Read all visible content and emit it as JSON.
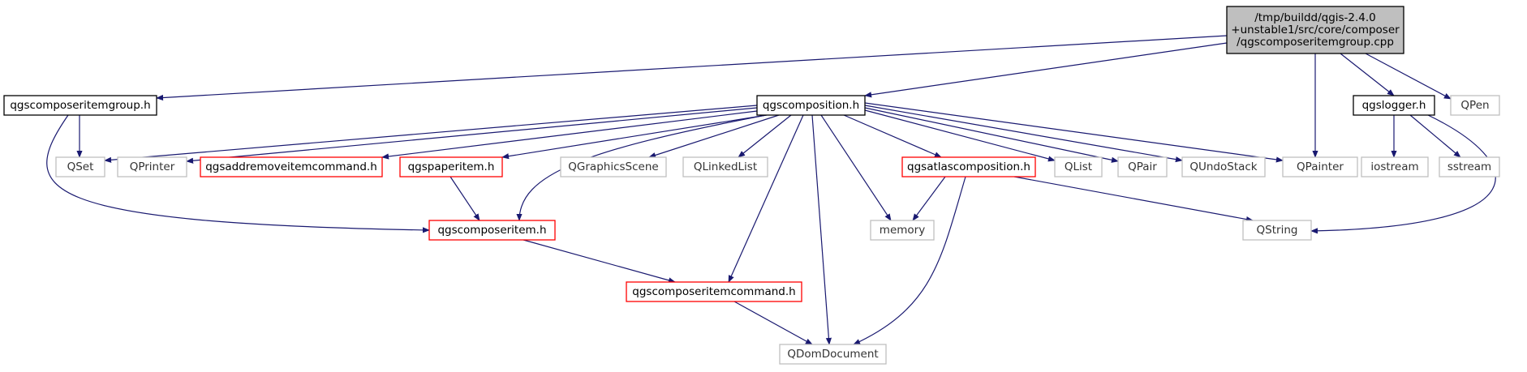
{
  "diagram": {
    "type": "include-dependency-graph",
    "colors": {
      "edge": "#191970",
      "root_fill": "#bfbfbf",
      "border_black": "#000000",
      "border_red": "#ff0000",
      "border_gray": "#bfbfbf",
      "fill_white": "#ffffff"
    },
    "nodes": [
      {
        "id": "root",
        "lines": [
          "/tmp/buildd/qgis-2.4.0",
          "+unstable1/src/core/composer",
          "/qgscomposeritemgroup.cpp"
        ],
        "style": "root"
      },
      {
        "id": "qgscomposeritemgroup_h",
        "lines": [
          "qgscomposeritemgroup.h"
        ],
        "style": "black"
      },
      {
        "id": "qgscomposition_h",
        "lines": [
          "qgscomposition.h"
        ],
        "style": "black"
      },
      {
        "id": "qgslogger_h",
        "lines": [
          "qgslogger.h"
        ],
        "style": "black"
      },
      {
        "id": "QPen",
        "lines": [
          "QPen"
        ],
        "style": "gray"
      },
      {
        "id": "QSet",
        "lines": [
          "QSet"
        ],
        "style": "gray"
      },
      {
        "id": "QPrinter",
        "lines": [
          "QPrinter"
        ],
        "style": "gray"
      },
      {
        "id": "qgsaddremoveitemcommand_h",
        "lines": [
          "qgsaddremoveitemcommand.h"
        ],
        "style": "red"
      },
      {
        "id": "qgspaperitem_h",
        "lines": [
          "qgspaperitem.h"
        ],
        "style": "red"
      },
      {
        "id": "QGraphicsScene",
        "lines": [
          "QGraphicsScene"
        ],
        "style": "gray"
      },
      {
        "id": "QLinkedList",
        "lines": [
          "QLinkedList"
        ],
        "style": "gray"
      },
      {
        "id": "qgsatlascomposition_h",
        "lines": [
          "qgsatlascomposition.h"
        ],
        "style": "red"
      },
      {
        "id": "QList",
        "lines": [
          "QList"
        ],
        "style": "gray"
      },
      {
        "id": "QPair",
        "lines": [
          "QPair"
        ],
        "style": "gray"
      },
      {
        "id": "QUndoStack",
        "lines": [
          "QUndoStack"
        ],
        "style": "gray"
      },
      {
        "id": "QPainter",
        "lines": [
          "QPainter"
        ],
        "style": "gray"
      },
      {
        "id": "iostream",
        "lines": [
          "iostream"
        ],
        "style": "gray"
      },
      {
        "id": "sstream",
        "lines": [
          "sstream"
        ],
        "style": "gray"
      },
      {
        "id": "qgscomposeritem_h",
        "lines": [
          "qgscomposeritem.h"
        ],
        "style": "red"
      },
      {
        "id": "memory",
        "lines": [
          "memory"
        ],
        "style": "gray"
      },
      {
        "id": "QString",
        "lines": [
          "QString"
        ],
        "style": "gray"
      },
      {
        "id": "qgscomposeritemcommand_h",
        "lines": [
          "qgscomposeritemcommand.h"
        ],
        "style": "red"
      },
      {
        "id": "QDomDocument",
        "lines": [
          "QDomDocument"
        ],
        "style": "gray"
      }
    ],
    "edges": [
      [
        "root",
        "qgscomposeritemgroup_h"
      ],
      [
        "root",
        "qgscomposition_h"
      ],
      [
        "root",
        "QPainter"
      ],
      [
        "root",
        "qgslogger_h"
      ],
      [
        "root",
        "QPen"
      ],
      [
        "qgscomposeritemgroup_h",
        "QSet"
      ],
      [
        "qgscomposeritemgroup_h",
        "qgscomposeritem_h"
      ],
      [
        "qgscomposition_h",
        "QSet"
      ],
      [
        "qgscomposition_h",
        "QPrinter"
      ],
      [
        "qgscomposition_h",
        "qgsaddremoveitemcommand_h"
      ],
      [
        "qgscomposition_h",
        "qgspaperitem_h"
      ],
      [
        "qgscomposition_h",
        "QGraphicsScene"
      ],
      [
        "qgscomposition_h",
        "QLinkedList"
      ],
      [
        "qgscomposition_h",
        "qgsatlascomposition_h"
      ],
      [
        "qgscomposition_h",
        "QList"
      ],
      [
        "qgscomposition_h",
        "QPair"
      ],
      [
        "qgscomposition_h",
        "QUndoStack"
      ],
      [
        "qgscomposition_h",
        "QPainter"
      ],
      [
        "qgscomposition_h",
        "qgscomposeritem_h"
      ],
      [
        "qgscomposition_h",
        "memory"
      ],
      [
        "qgscomposition_h",
        "qgscomposeritemcommand_h"
      ],
      [
        "qgscomposition_h",
        "QDomDocument"
      ],
      [
        "qgspaperitem_h",
        "qgscomposeritem_h"
      ],
      [
        "qgsatlascomposition_h",
        "memory"
      ],
      [
        "qgsatlascomposition_h",
        "QString"
      ],
      [
        "qgsatlascomposition_h",
        "QDomDocument"
      ],
      [
        "qgscomposeritem_h",
        "qgscomposeritemcommand_h"
      ],
      [
        "qgscomposeritemcommand_h",
        "QDomDocument"
      ],
      [
        "qgslogger_h",
        "iostream"
      ],
      [
        "qgslogger_h",
        "sstream"
      ],
      [
        "qgslogger_h",
        "QString"
      ]
    ]
  }
}
